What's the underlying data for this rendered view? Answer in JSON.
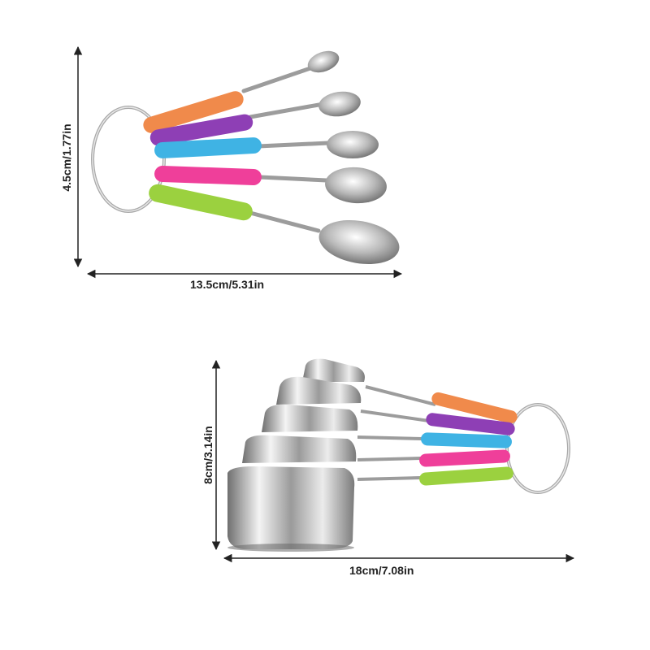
{
  "spoon_set": {
    "height_label": "4.5cm/1.77in",
    "width_label": "13.5cm/5.31in",
    "handle_colors": [
      "#f08a4b",
      "#8e3fb5",
      "#3fb3e4",
      "#ef3f9a",
      "#9bd13f"
    ]
  },
  "cup_set": {
    "height_label": "8cm/3.14in",
    "width_label": "18cm/7.08in",
    "handle_colors": [
      "#f08a4b",
      "#8e3fb5",
      "#3fb3e4",
      "#ef3f9a",
      "#9bd13f"
    ]
  },
  "colors": {
    "dimension_line": "#222222",
    "steel_light": "#f2f2f2",
    "steel_dark": "#8a8a8a"
  }
}
